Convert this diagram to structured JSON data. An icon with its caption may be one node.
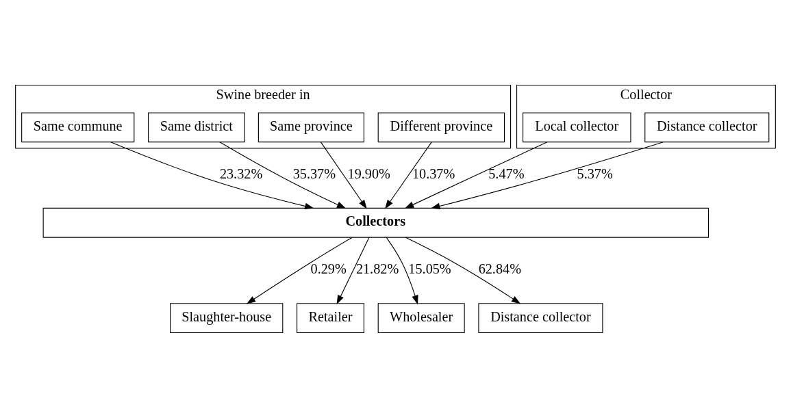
{
  "diagram": {
    "nodes": [
      {
        "text": [
          "Swine breeder in"
        ]
      },
      {
        "text": [
          "Same commune"
        ],
        "in": 0
      },
      {
        "text": [
          "Same district"
        ],
        "in": 0
      },
      {
        "text": [
          "Same province"
        ],
        "in": 0
      },
      {
        "text": [
          "Different province"
        ],
        "in": 0
      },
      {
        "text": [
          "Collector"
        ]
      },
      {
        "text": [
          "Local collector"
        ],
        "in": 5
      },
      {
        "text": [
          "Distance collector"
        ],
        "in": 5
      },
      {
        "text": [
          "Collectors"
        ]
      },
      {
        "text": [
          "Slaughter-house"
        ]
      },
      {
        "text": [
          "Retailer"
        ]
      },
      {
        "text": [
          "Wholesaler"
        ]
      },
      {
        "text": [
          "Distance collector"
        ]
      }
    ],
    "edges": [
      {
        "from": 1,
        "to": 8,
        "arrow": "to",
        "label": "23.32%"
      },
      {
        "from": 2,
        "to": 8,
        "arrow": "to",
        "label": "35.37%"
      },
      {
        "from": 3,
        "to": 8,
        "arrow": "to",
        "label": "19.90%"
      },
      {
        "from": 4,
        "to": 8,
        "arrow": "to",
        "label": "10.37%"
      },
      {
        "from": 6,
        "to": 8,
        "arrow": "to",
        "label": "5.47%"
      },
      {
        "from": 7,
        "to": 8,
        "arrow": "to",
        "label": "5.37%"
      },
      {
        "from": 8,
        "to": 9,
        "arrow": "to",
        "label": "0.29%"
      },
      {
        "from": 8,
        "to": 10,
        "arrow": "to",
        "label": "21.82%"
      },
      {
        "from": 8,
        "to": 11,
        "arrow": "to",
        "label": "15.05%"
      },
      {
        "from": 8,
        "to": 12,
        "arrow": "to",
        "label": "62.84%"
      }
    ]
  }
}
